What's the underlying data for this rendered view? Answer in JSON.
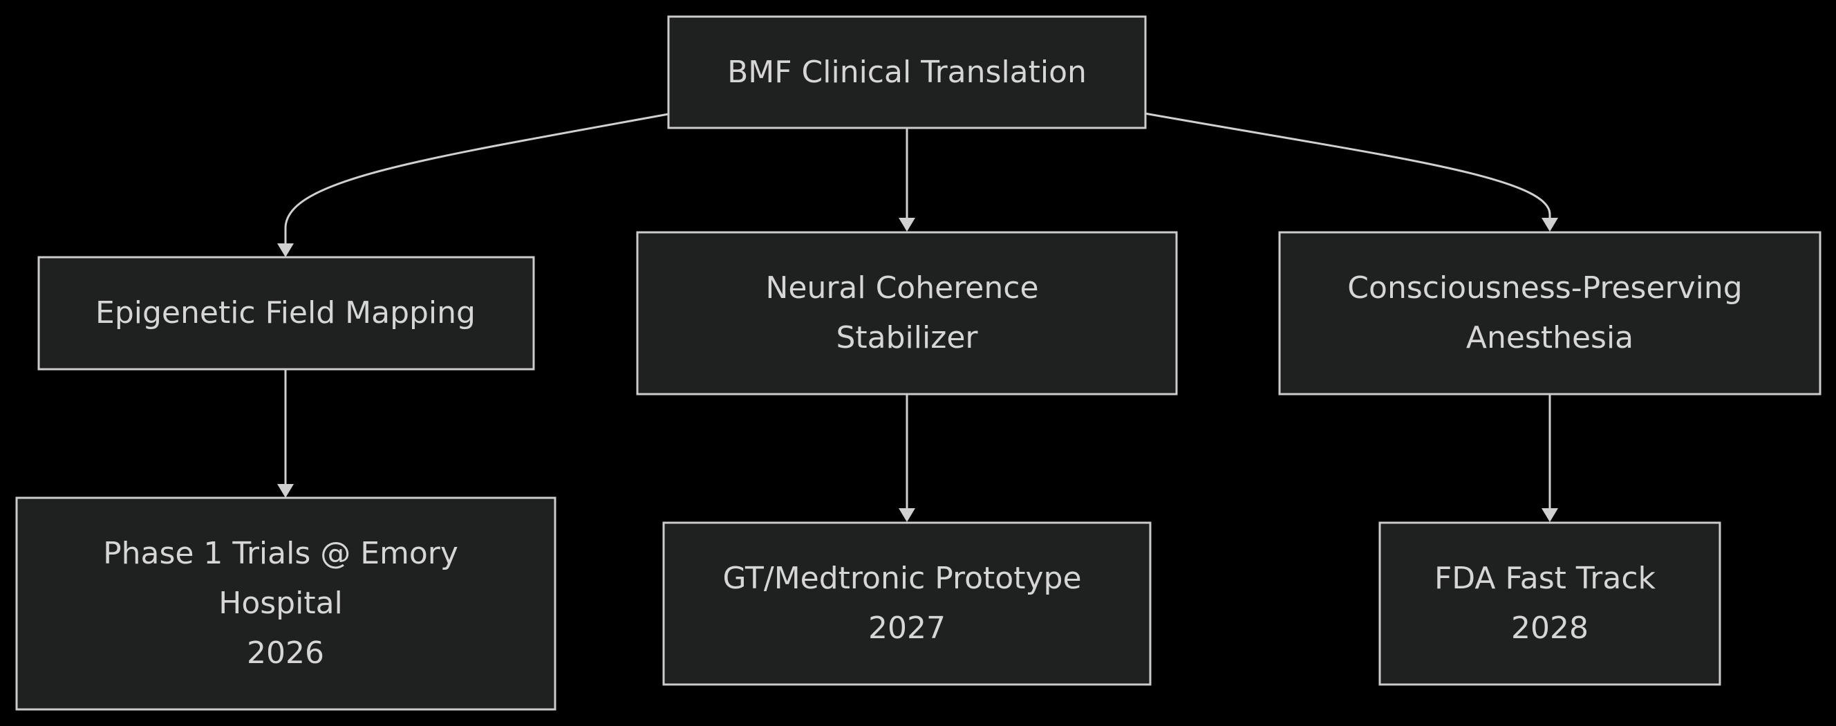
{
  "diagram": {
    "nodes": {
      "root": {
        "lines": [
          "BMF Clinical Translation"
        ]
      },
      "epigenetic": {
        "lines": [
          "Epigenetic Field Mapping"
        ]
      },
      "neural": {
        "lines": [
          "Neural Coherence",
          "Stabilizer"
        ]
      },
      "anesthesia": {
        "lines": [
          "Consciousness-Preserving",
          "Anesthesia"
        ]
      },
      "phase1": {
        "lines": [
          "Phase 1 Trials @ Emory",
          "Hospital",
          "2026"
        ]
      },
      "prototype": {
        "lines": [
          "GT/Medtronic Prototype",
          "2027"
        ]
      },
      "fda": {
        "lines": [
          "FDA Fast Track",
          "2028"
        ]
      }
    },
    "edges": [
      {
        "from": "root",
        "to": "epigenetic"
      },
      {
        "from": "root",
        "to": "neural"
      },
      {
        "from": "root",
        "to": "anesthesia"
      },
      {
        "from": "epigenetic",
        "to": "phase1"
      },
      {
        "from": "neural",
        "to": "prototype"
      },
      {
        "from": "anesthesia",
        "to": "fda"
      }
    ],
    "colors": {
      "background": "#000000",
      "node_fill": "#1f2020",
      "node_border": "#cccccc",
      "text": "#d6d6d6",
      "edge": "#d0d0d0"
    }
  }
}
